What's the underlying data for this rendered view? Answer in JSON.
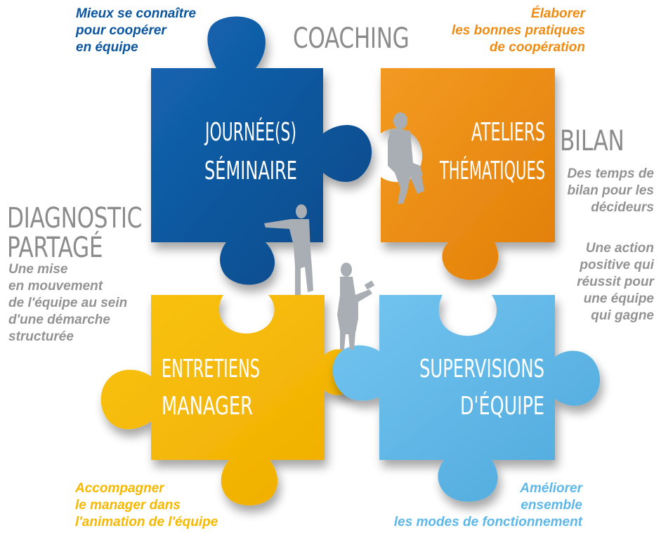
{
  "colors": {
    "blue": "#0a55a0",
    "orange": "#ef8b12",
    "yellow": "#f6b800",
    "lightblue": "#5db7e8",
    "gray_text": "#939393",
    "heading_gray": "#8c8c8c"
  },
  "headings": {
    "coaching": "COACHING",
    "bilan": "BILAN",
    "diagnostic_line1": "DIAGNOSTIC",
    "diagnostic_line2": "PARTAGÉ"
  },
  "captions": {
    "blue_top": "Mieux se connaître\npour coopérer\nen équipe",
    "orange_top": "Élaborer\nles bonnes pratiques\nde coopération",
    "bilan_1": "Des temps de\nbilan pour les\ndécideurs",
    "bilan_2": "Une action\npositive qui\nréussit pour\nune équipe\nqui gagne",
    "diagnostic": "Une mise\nen mouvement\nde l'équipe au sein\nd'une démarche\nstructurée",
    "yellow_bottom": "Accompagner\nle manager dans\nl'animation de l'équipe",
    "lightblue_bottom": "Améliorer\nensemble\nles modes de fonctionnement"
  },
  "pieces": {
    "blue": {
      "line1": "JOURNÉE(S)",
      "line2": "SÉMINAIRE"
    },
    "orange": {
      "line1": "ATELIERS",
      "line2": "THÉMATIQUES"
    },
    "yellow": {
      "line1": "ENTRETIENS",
      "line2": "MANAGER"
    },
    "lightblue": {
      "line1": "SUPERVISIONS",
      "line2": "D'ÉQUIPE"
    }
  }
}
